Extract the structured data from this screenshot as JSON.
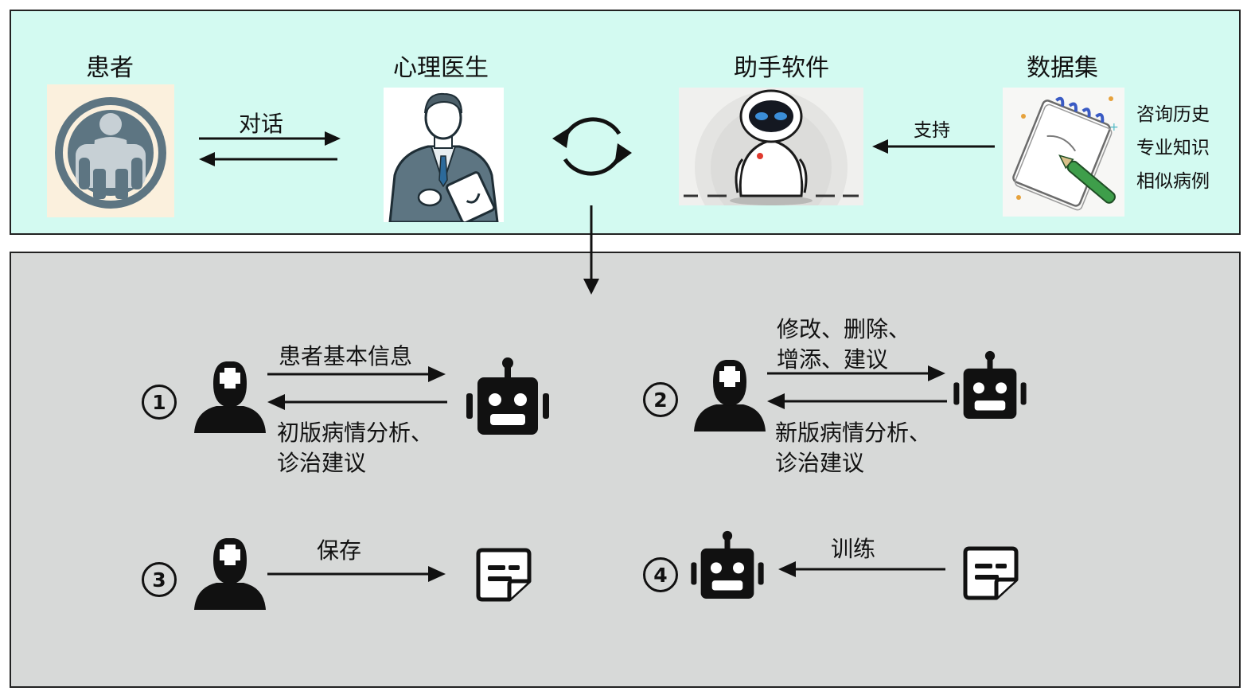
{
  "top": {
    "patient_label": "患者",
    "doctor_label": "心理医生",
    "assistant_label": "助手软件",
    "dataset_label": "数据集",
    "dialogue_label": "对话",
    "support_label": "支持",
    "dataset_items": [
      "咨询历史",
      "专业知识",
      "相似病例"
    ]
  },
  "steps": [
    {
      "number": "1",
      "upper_lines": [
        "患者基本信息"
      ],
      "lower_lines": [
        "初版病情分析、",
        "诊治建议"
      ]
    },
    {
      "number": "2",
      "upper_lines": [
        "修改、删除、",
        "增添、建议"
      ],
      "lower_lines": [
        "新版病情分析、",
        "诊治建议"
      ]
    },
    {
      "number": "3",
      "label": "保存"
    },
    {
      "number": "4",
      "label": "训练"
    }
  ],
  "icons": {
    "patient": "therapy-chair-icon",
    "doctor": "doctor-with-clipboard-icon",
    "assistant": "robot-mascot-icon",
    "dataset": "notepad-with-pen-icon",
    "cycle": "refresh-cycle-icon",
    "medic": "medic-person-icon",
    "robot": "robot-head-icon",
    "document": "note-document-icon"
  },
  "colors": {
    "top_background": "#d3faf1",
    "bottom_background": "#d7d9d8",
    "icon_slate": "#5d7582",
    "ink": "#111111"
  }
}
